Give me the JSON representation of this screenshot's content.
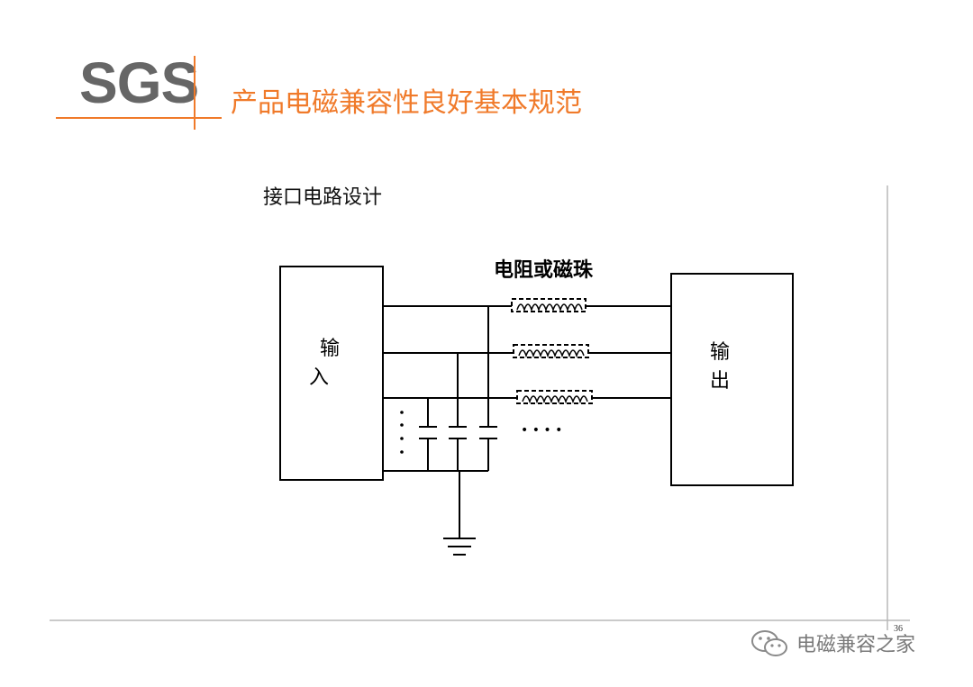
{
  "header": {
    "logo_text": "SGS",
    "title": "产品电磁兼容性良好基本规范"
  },
  "colors": {
    "accent": "#f07a2a",
    "logo_gray": "#666666",
    "line": "#000000",
    "rule": "#b8b8b8"
  },
  "content": {
    "subtitle": "接口电路设计"
  },
  "diagram": {
    "component_label": "电阻或磁珠",
    "input_label_1": "输",
    "input_label_2": "入",
    "output_label_1": "输",
    "output_label_2": "出",
    "dots_label": "• • • •",
    "ground_symbol": "ground-icon"
  },
  "footer": {
    "page_number": "36",
    "watermark_text": "电磁兼容之家",
    "watermark_icon": "wechat-icon"
  }
}
